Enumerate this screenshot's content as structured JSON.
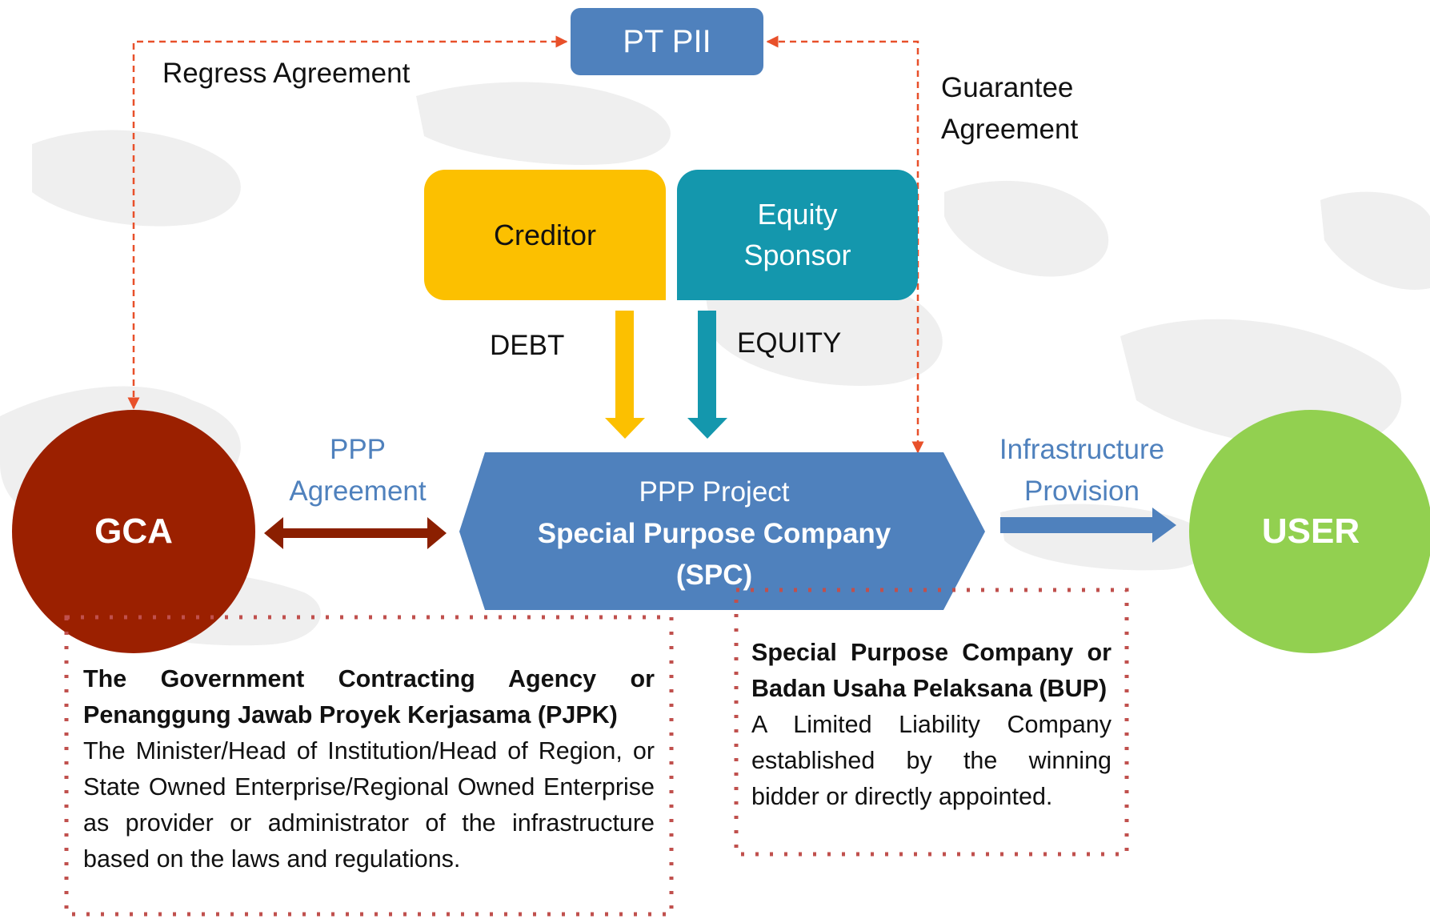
{
  "nodes": {
    "pt_pii": "PT PII",
    "creditor": "Creditor",
    "equity_line1": "Equity",
    "equity_line2": "Sponsor",
    "gca": "GCA",
    "user": "USER",
    "spc_line1": "PPP Project",
    "spc_line2": "Special Purpose Company",
    "spc_line3": "(SPC)"
  },
  "labels": {
    "regress": "Regress Agreement",
    "guarantee_line1": "Guarantee",
    "guarantee_line2": "Agreement",
    "debt": "DEBT",
    "equity_flow": "EQUITY",
    "ppp_line1": "PPP",
    "ppp_line2": "Agreement",
    "infra_line1": "Infrastructure",
    "infra_line2": "Provision"
  },
  "descriptions": {
    "gca_title": "The Government Contracting Agency or Penanggung Jawab Proyek Kerjasama (PJPK)",
    "gca_body": "The Minister/Head of Institution/Head of Region, or State Owned Enterprise/Regional Owned Enterprise as provider or administrator of the infrastructure based on the laws and regulations.",
    "spc_title": "Special Purpose Company or Badan Usaha Pelaksana (BUP)",
    "spc_body": "A Limited Liability Company established by the winning bidder or directly appointed."
  },
  "colors": {
    "blue": "#4f81bd",
    "gold": "#fcc000",
    "teal": "#1497ad",
    "gca_red": "#9b2000",
    "user_green": "#92d050",
    "dashed_orange": "#e8502a",
    "dotted_red": "#c0504d",
    "ppp_arrow": "#8b1f00"
  }
}
